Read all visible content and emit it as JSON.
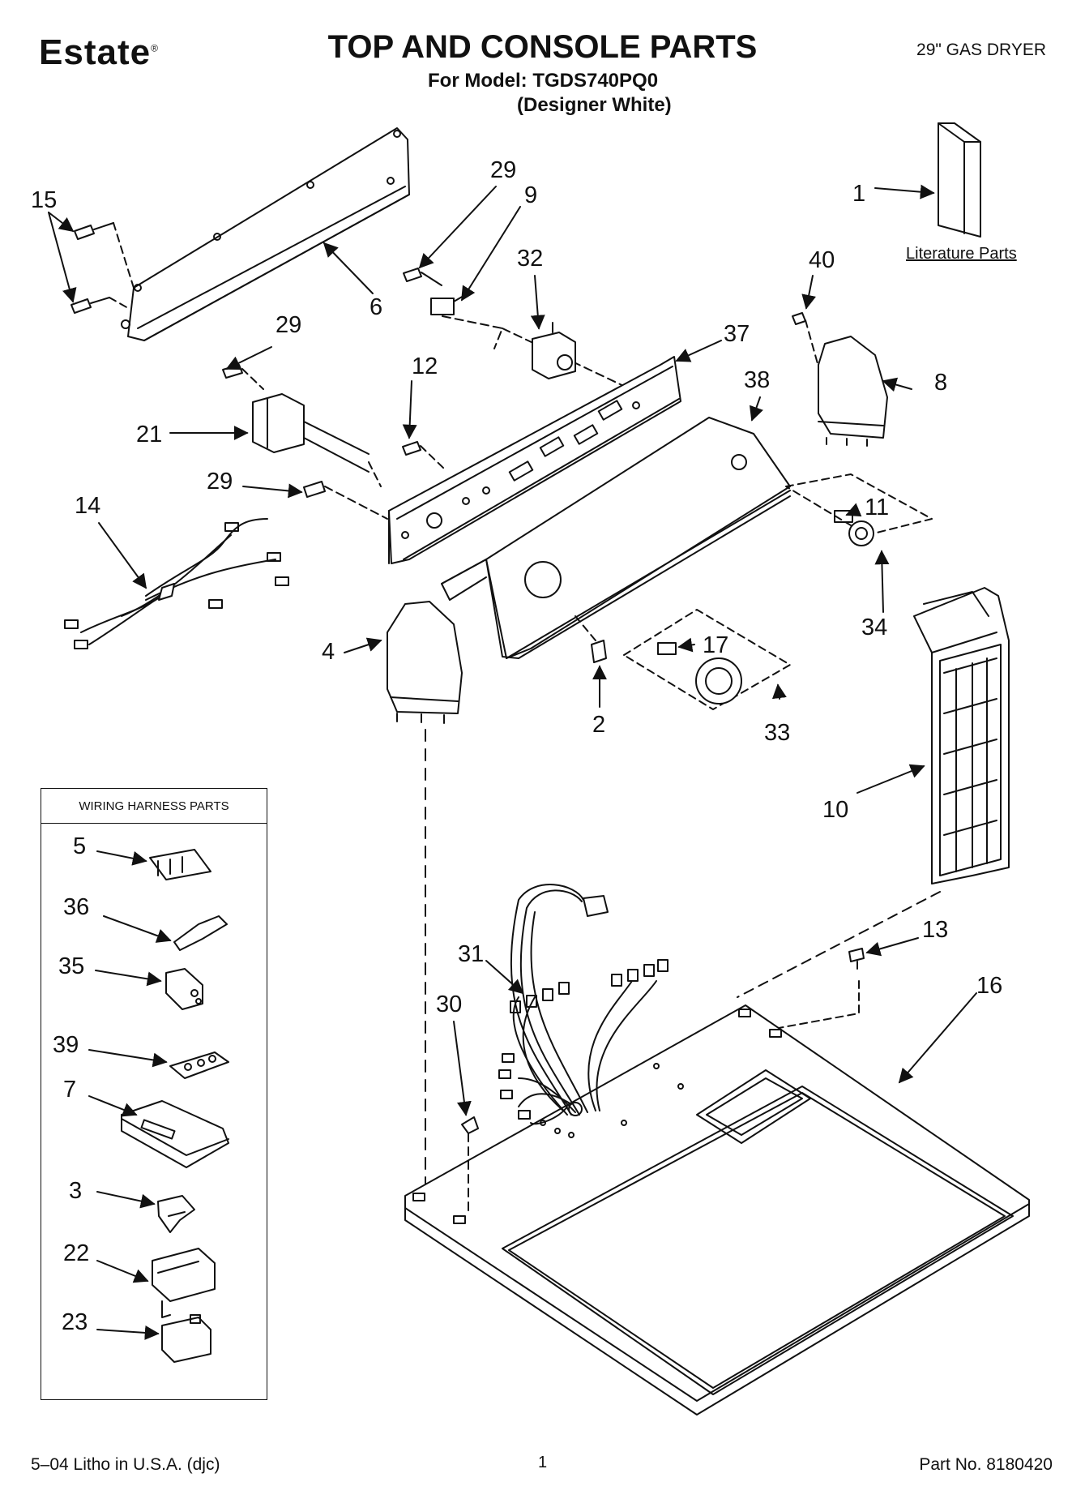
{
  "header": {
    "brand": "Estate",
    "brand_mark": "®",
    "title": "TOP AND CONSOLE PARTS",
    "model_line": "For Model: TGDS740PQ0",
    "color_line": "(Designer White)",
    "dryer_type": "29\" GAS DRYER"
  },
  "literature_label": "Literature Parts",
  "harness_box": {
    "title": "WIRING HARNESS PARTS"
  },
  "callouts": [
    {
      "id": "c15",
      "text": "15"
    },
    {
      "id": "c6",
      "text": "6"
    },
    {
      "id": "c29a",
      "text": "29"
    },
    {
      "id": "c9",
      "text": "9"
    },
    {
      "id": "c32",
      "text": "32"
    },
    {
      "id": "c1",
      "text": "1"
    },
    {
      "id": "c40",
      "text": "40"
    },
    {
      "id": "c29b",
      "text": "29"
    },
    {
      "id": "c37",
      "text": "37"
    },
    {
      "id": "c38",
      "text": "38"
    },
    {
      "id": "c8",
      "text": "8"
    },
    {
      "id": "c12",
      "text": "12"
    },
    {
      "id": "c21",
      "text": "21"
    },
    {
      "id": "c29c",
      "text": "29"
    },
    {
      "id": "c11",
      "text": "11"
    },
    {
      "id": "c14",
      "text": "14"
    },
    {
      "id": "c34",
      "text": "34"
    },
    {
      "id": "c4",
      "text": "4"
    },
    {
      "id": "c17",
      "text": "17"
    },
    {
      "id": "c2",
      "text": "2"
    },
    {
      "id": "c33",
      "text": "33"
    },
    {
      "id": "c10",
      "text": "10"
    },
    {
      "id": "c5",
      "text": "5"
    },
    {
      "id": "c36",
      "text": "36"
    },
    {
      "id": "c35",
      "text": "35"
    },
    {
      "id": "c39",
      "text": "39"
    },
    {
      "id": "c7",
      "text": "7"
    },
    {
      "id": "c3",
      "text": "3"
    },
    {
      "id": "c22",
      "text": "22"
    },
    {
      "id": "c23",
      "text": "23"
    },
    {
      "id": "c13",
      "text": "13"
    },
    {
      "id": "c31",
      "text": "31"
    },
    {
      "id": "c30",
      "text": "30"
    },
    {
      "id": "c16",
      "text": "16"
    }
  ],
  "footer": {
    "left": "5–04 Litho in U.S.A. (djc)",
    "page": "1",
    "part_no": "Part No. 8180420"
  }
}
